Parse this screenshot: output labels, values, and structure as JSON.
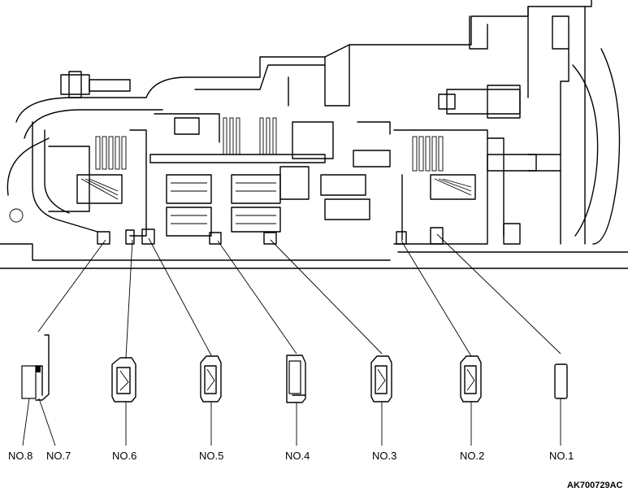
{
  "figure_id": "AK700729AC",
  "parts": [
    {
      "label": "NO.8"
    },
    {
      "label": "NO.7"
    },
    {
      "label": "NO.6"
    },
    {
      "label": "NO.5"
    },
    {
      "label": "NO.4"
    },
    {
      "label": "NO.3"
    },
    {
      "label": "NO.2"
    },
    {
      "label": "NO.1"
    }
  ]
}
